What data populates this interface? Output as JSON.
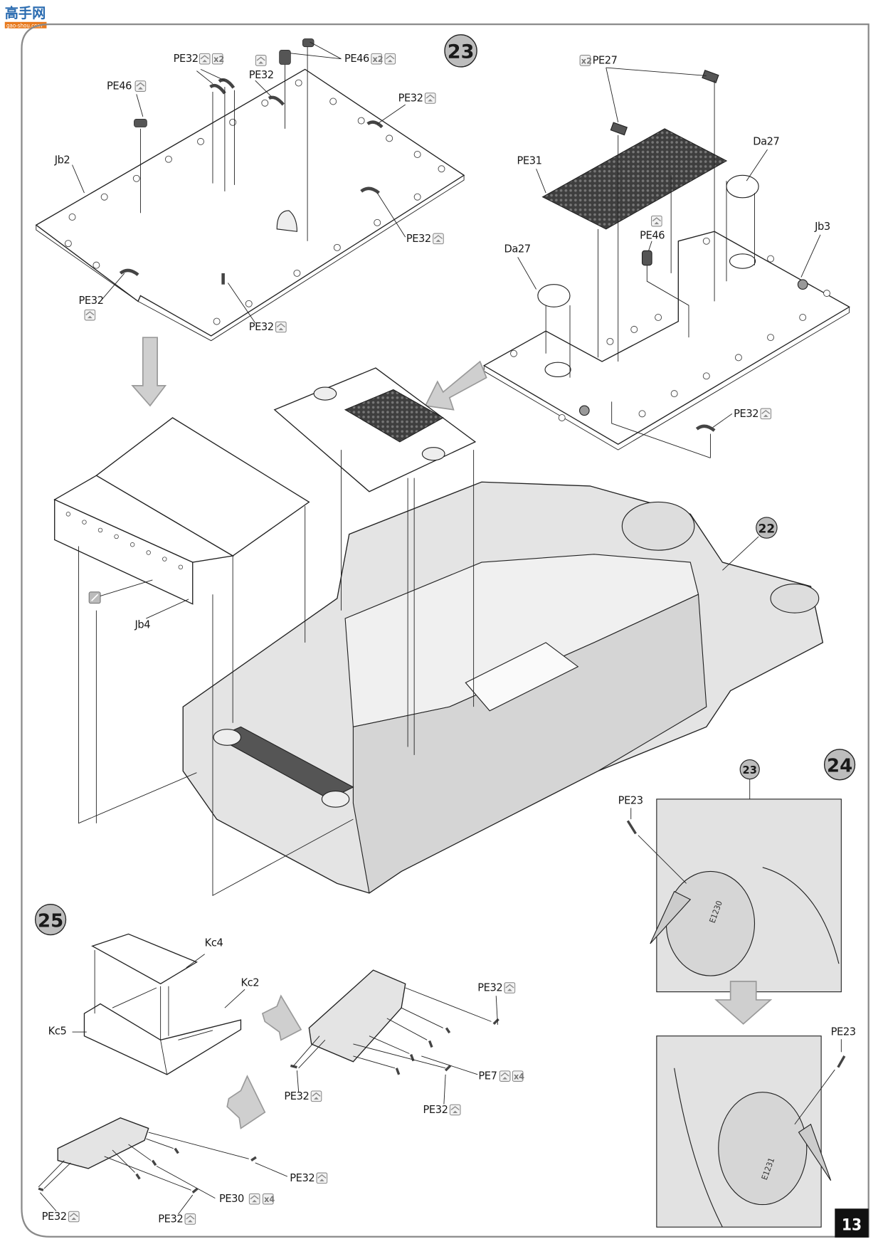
{
  "logo": {
    "name": "高手网",
    "site": "gao-shou.com"
  },
  "page_number": "13",
  "colors": {
    "frame": "#8a8a8a",
    "step_circle": "#bdbdbd",
    "page_badge": "#111111",
    "pe_part": "#444444",
    "arrow": "#cfcfcf"
  },
  "steps": {
    "s22": "22",
    "s23": "23",
    "s23_ref": "23",
    "s24": "24",
    "s25": "25"
  },
  "step23_left": {
    "callouts": [
      {
        "part": "PE32",
        "icon": "bend-up-icon",
        "qty": "x2"
      },
      {
        "part": "PE32",
        "icon": "bend-up-icon"
      },
      {
        "part": "PE46",
        "icon": "bend-up-icon",
        "qty": "x2"
      },
      {
        "part": "PE46",
        "icon": "bend-up-icon"
      },
      {
        "part": "PE32",
        "icon": "bend-up-icon"
      },
      {
        "part": "Jb2"
      },
      {
        "part": "PE32",
        "icon": "bend-up-icon"
      },
      {
        "part": "PE32",
        "icon": "bend-up-icon"
      },
      {
        "part": "PE32",
        "icon": "bend-up-icon"
      }
    ]
  },
  "step23_right": {
    "callouts": [
      {
        "part": "PE27",
        "qty": "x2"
      },
      {
        "part": "PE31"
      },
      {
        "part": "Da27"
      },
      {
        "part": "PE46",
        "icon": "bend-up-icon"
      },
      {
        "part": "Jb3"
      },
      {
        "part": "Da27"
      },
      {
        "part": "PE32",
        "icon": "bend-up-icon"
      }
    ]
  },
  "step23_assembly": {
    "part": "Jb4",
    "icon": "cut-icon"
  },
  "step24": {
    "callouts": [
      {
        "part": "PE23"
      },
      {
        "part": "PE23"
      }
    ],
    "markings": [
      "E1230",
      "E1231"
    ]
  },
  "step25": {
    "callouts": [
      {
        "part": "Kc4"
      },
      {
        "part": "Kc2"
      },
      {
        "part": "Kc5"
      },
      {
        "part": "PE32",
        "icon": "bend-up-icon"
      },
      {
        "part": "PE7",
        "icon": "bend-up-icon",
        "qty": "x4"
      },
      {
        "part": "PE32",
        "icon": "bend-up-icon"
      },
      {
        "part": "PE32",
        "icon": "bend-up-icon"
      },
      {
        "part": "PE32",
        "icon": "bend-up-icon"
      },
      {
        "part": "PE30",
        "icon": "bend-up-icon",
        "qty": "x4"
      },
      {
        "part": "PE32",
        "icon": "bend-up-icon"
      },
      {
        "part": "PE32",
        "icon": "bend-up-icon"
      }
    ]
  }
}
